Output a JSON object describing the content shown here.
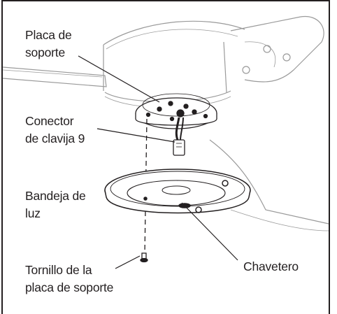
{
  "labels": {
    "placa_de_soporte": [
      "Placa de",
      "soporte"
    ],
    "conector_clavija": [
      "Conector",
      "de clavija 9"
    ],
    "bandeja_de_luz": [
      "Bandeja de",
      "luz"
    ],
    "chavetero": [
      "Chavetero"
    ],
    "tornillo": [
      "Tornillo de la",
      "placa de soporte"
    ]
  },
  "colors": {
    "line": "#231f20",
    "fan_outline": "#9a9a9a",
    "background": "#ffffff"
  }
}
